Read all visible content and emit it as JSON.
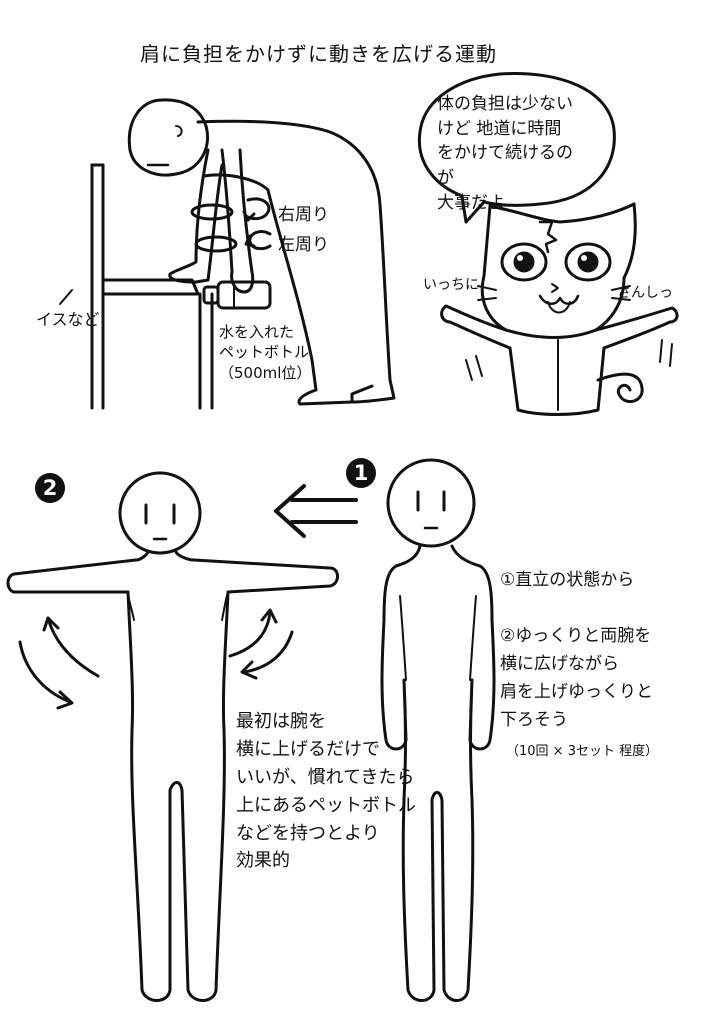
{
  "title": "肩に負担をかけずに動きを広げる運動",
  "labels": {
    "clockwise": "右周り",
    "counterclockwise": "左周り",
    "chair": "イスなど",
    "water_bottle": [
      "水を入れた",
      "ペットボトル",
      "（500ml位）"
    ]
  },
  "speech_bubble": [
    "体の負担は少ない",
    "けど 地道に時間",
    "をかけて続けるのが",
    "大事だよ"
  ],
  "cat_calls": {
    "left": "いっちに",
    "right": "さんしっ"
  },
  "markers": {
    "step1": "1",
    "step2": "2"
  },
  "steps": {
    "step1": "①直立の状態から",
    "step2": [
      "②ゆっくりと両腕を",
      "横に広げながら",
      "肩を上げゆっくりと",
      "下ろそう"
    ],
    "reps": "（10回 × 3セット 程度）"
  },
  "note": [
    "最初は腕を",
    "横に上げるだけで",
    "いいが、慣れてきたら",
    "上にあるペットボトル",
    "などを持つとより",
    "効果的"
  ]
}
